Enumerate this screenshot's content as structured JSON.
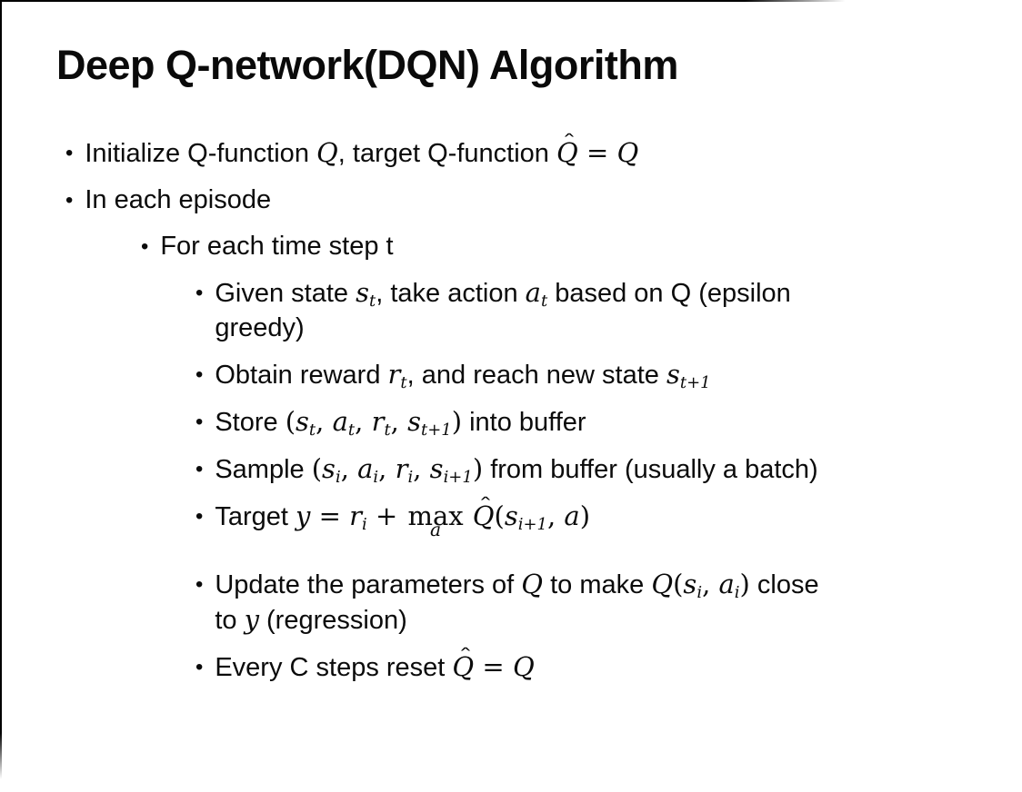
{
  "symbols": {
    "bullet": "•",
    "hat": "ˆ"
  },
  "slide": {
    "title": "Deep Q-network(DQN) Algorithm",
    "bullets": [
      {
        "level": 1,
        "segments": [
          {
            "t": "Initialize Q-function "
          },
          {
            "t": "Q",
            "mi": 1
          },
          {
            "t": ", target Q-function "
          },
          {
            "t": "Q",
            "mi": 1,
            "hat": 1
          },
          {
            "t": " = ",
            "mr": 1
          },
          {
            "t": "Q",
            "mi": 1
          }
        ]
      },
      {
        "level": 1,
        "segments": [
          {
            "t": "In each episode"
          }
        ]
      },
      {
        "level": 2,
        "segments": [
          {
            "t": "For each time step t"
          }
        ]
      },
      {
        "level": 3,
        "segments": [
          {
            "t": "Given state "
          },
          {
            "t": "s",
            "mi": 1
          },
          {
            "t": "t",
            "sub": 1
          },
          {
            "t": ", take action "
          },
          {
            "t": "a",
            "mi": 1
          },
          {
            "t": "t",
            "sub": 1
          },
          {
            "t": " based on Q (epsilon"
          },
          {
            "br": 1
          },
          {
            "t": "greedy)"
          }
        ]
      },
      {
        "level": 3,
        "segments": [
          {
            "t": "Obtain reward "
          },
          {
            "t": "r",
            "mi": 1
          },
          {
            "t": "t",
            "sub": 1
          },
          {
            "t": ", and reach new state "
          },
          {
            "t": "s",
            "mi": 1
          },
          {
            "t": "t+1",
            "sub": 1
          }
        ]
      },
      {
        "level": 3,
        "segments": [
          {
            "t": "Store "
          },
          {
            "t": "(",
            "mr": 1
          },
          {
            "t": "s",
            "mi": 1
          },
          {
            "t": "t",
            "sub": 1
          },
          {
            "t": ", ",
            "mr": 1
          },
          {
            "t": "a",
            "mi": 1
          },
          {
            "t": "t",
            "sub": 1
          },
          {
            "t": ", ",
            "mr": 1
          },
          {
            "t": "r",
            "mi": 1
          },
          {
            "t": "t",
            "sub": 1
          },
          {
            "t": ", ",
            "mr": 1
          },
          {
            "t": "s",
            "mi": 1
          },
          {
            "t": "t+1",
            "sub": 1
          },
          {
            "t": ")",
            "mr": 1
          },
          {
            "t": " into buffer"
          }
        ]
      },
      {
        "level": 3,
        "segments": [
          {
            "t": "Sample "
          },
          {
            "t": "(",
            "mr": 1
          },
          {
            "t": "s",
            "mi": 1
          },
          {
            "t": "i",
            "sub": 1
          },
          {
            "t": ", ",
            "mr": 1
          },
          {
            "t": "a",
            "mi": 1
          },
          {
            "t": "i",
            "sub": 1
          },
          {
            "t": ", ",
            "mr": 1
          },
          {
            "t": "r",
            "mi": 1
          },
          {
            "t": "i",
            "sub": 1
          },
          {
            "t": ", ",
            "mr": 1
          },
          {
            "t": "s",
            "mi": 1
          },
          {
            "t": "i+1",
            "sub": 1
          },
          {
            "t": ")",
            "mr": 1
          },
          {
            "t": " from buffer (usually a batch)"
          }
        ]
      },
      {
        "level": 3,
        "extra_bottom": true,
        "segments": [
          {
            "t": "Target "
          },
          {
            "t": "y",
            "mi": 1
          },
          {
            "t": " = ",
            "mr": 1
          },
          {
            "t": "r",
            "mi": 1
          },
          {
            "t": "i",
            "sub": 1
          },
          {
            "t": " + ",
            "mr": 1
          },
          {
            "stack": {
              "top": "max",
              "bottom": "a"
            }
          },
          {
            "t": " "
          },
          {
            "t": "Q",
            "mi": 1,
            "hat": 1
          },
          {
            "t": "(",
            "mr": 1
          },
          {
            "t": "s",
            "mi": 1
          },
          {
            "t": "i+1",
            "sub": 1
          },
          {
            "t": ", ",
            "mr": 1
          },
          {
            "t": "a",
            "mi": 1
          },
          {
            "t": ")",
            "mr": 1
          }
        ]
      },
      {
        "level": 3,
        "segments": [
          {
            "t": "Update the parameters of "
          },
          {
            "t": "Q",
            "mi": 1
          },
          {
            "t": " to make "
          },
          {
            "t": "Q",
            "mi": 1
          },
          {
            "t": "(",
            "mr": 1
          },
          {
            "t": "s",
            "mi": 1
          },
          {
            "t": "i",
            "sub": 1
          },
          {
            "t": ", ",
            "mr": 1
          },
          {
            "t": "a",
            "mi": 1
          },
          {
            "t": "i",
            "sub": 1
          },
          {
            "t": ")",
            "mr": 1
          },
          {
            "t": " close"
          },
          {
            "br": 1
          },
          {
            "t": "to "
          },
          {
            "t": "y",
            "mi": 1
          },
          {
            "t": " (regression)"
          }
        ]
      },
      {
        "level": 3,
        "segments": [
          {
            "t": "Every C steps reset "
          },
          {
            "t": "Q",
            "mi": 1,
            "hat": 1
          },
          {
            "t": " = ",
            "mr": 1
          },
          {
            "t": "Q",
            "mi": 1
          }
        ]
      }
    ]
  }
}
